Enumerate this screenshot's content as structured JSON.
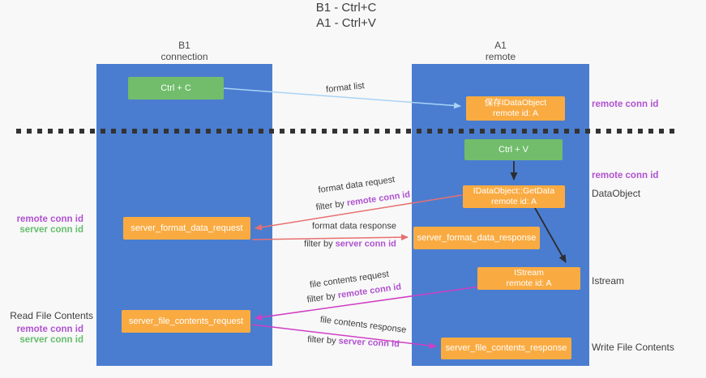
{
  "title": {
    "line1": "B1 - Ctrl+C",
    "line2": "A1 - Ctrl+V"
  },
  "lanes": {
    "left": {
      "name": "B1",
      "subtitle": "connection"
    },
    "right": {
      "name": "A1",
      "subtitle": "remote"
    }
  },
  "boxes": {
    "ctrl_c": {
      "label": "Ctrl + C"
    },
    "save_idataobject": {
      "line1": "保存IDataObject",
      "line2": "remote id: A"
    },
    "ctrl_v": {
      "label": "Ctrl + V"
    },
    "getdata": {
      "line1": "IDataObject::GetData",
      "line2": "remote id: A"
    },
    "format_request": {
      "label": "server_format_data_request"
    },
    "format_response": {
      "label": "server_format_data_response"
    },
    "istream": {
      "line1": "IStream",
      "line2": "remote id: A"
    },
    "file_request": {
      "label": "server_file_contents_request"
    },
    "file_response": {
      "label": "server_file_contents_response"
    }
  },
  "edge_labels": {
    "format_list": "format list",
    "format_data_request": "format data request",
    "format_data_response": "format data response",
    "file_contents_request": "file contents request",
    "file_contents_response": "file contents response",
    "filter_by": "filter by",
    "remote_conn_id": "remote conn id",
    "server_conn_id": "server conn id"
  },
  "side_labels": {
    "right_remote_conn_id_top": "remote conn id",
    "right_remote_conn_id_mid": "remote conn id",
    "dataobject": "DataObject",
    "istream": "Istream",
    "write_file_contents": "Write File Contents",
    "left_remote_conn_id_mid": "remote conn id",
    "left_server_conn_id_mid": "server conn id",
    "read_file_contents": "Read File Contents",
    "left_remote_conn_id_bottom": "remote conn id",
    "left_server_conn_id_bottom": "server conn id"
  },
  "colors": {
    "lane_blue": "#4a7dd0",
    "box_green": "#71bd6b",
    "box_orange": "#f9ab42",
    "arrow_light_blue": "#a9d3f5",
    "arrow_red": "#e87070",
    "arrow_magenta": "#cf3fc4",
    "arrow_black": "#2d2d2d",
    "dash_dark": "#333333",
    "text_purple": "#b052d0",
    "text_green": "#67bd6d"
  }
}
